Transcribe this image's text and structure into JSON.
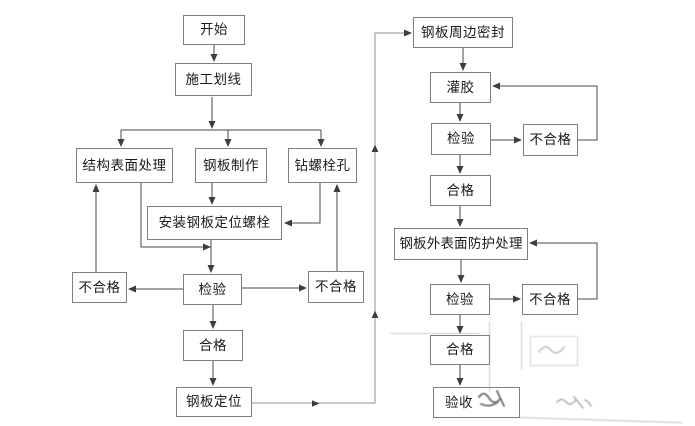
{
  "diagram": {
    "type": "flowchart",
    "language": "zh",
    "background": "#ffffff",
    "colors": {
      "box_border": "#7e7e7e",
      "connector": "#4a4a4a",
      "long_connector": "#909090",
      "text": "#1b1b1b",
      "watermark": "#9a9a9a"
    },
    "nodes": {
      "start": "开始",
      "marking": "施工划线",
      "surface_treatment": "结构表面处理",
      "plate_fabrication": "钢板制作",
      "drill_bolt_holes": "钻螺栓孔",
      "install_positioning_bolts": "安装钢板定位螺栓",
      "fail_left": "不合格",
      "inspect_1": "检验",
      "fail_right": "不合格",
      "pass_1": "合格",
      "plate_positioning": "钢板定位",
      "edge_sealing": "钢板周边密封",
      "glue_injection": "灌胶",
      "inspect_2": "检验",
      "fail_2": "不合格",
      "pass_2": "合格",
      "surface_protection": "钢板外表面防护处理",
      "inspect_3": "检验",
      "fail_3": "不合格",
      "pass_3": "合格",
      "acceptance": "验收"
    },
    "edges": [
      {
        "from": "start",
        "to": "marking"
      },
      {
        "from": "marking",
        "to": "surface_treatment"
      },
      {
        "from": "marking",
        "to": "plate_fabrication"
      },
      {
        "from": "marking",
        "to": "drill_bolt_holes"
      },
      {
        "from": "plate_fabrication",
        "to": "install_positioning_bolts"
      },
      {
        "from": "drill_bolt_holes",
        "to": "install_positioning_bolts"
      },
      {
        "from": "surface_treatment",
        "to": "inspect_1"
      },
      {
        "from": "install_positioning_bolts",
        "to": "inspect_1"
      },
      {
        "from": "inspect_1",
        "to": "fail_left"
      },
      {
        "from": "fail_left",
        "to": "surface_treatment"
      },
      {
        "from": "inspect_1",
        "to": "fail_right"
      },
      {
        "from": "fail_right",
        "to": "drill_bolt_holes"
      },
      {
        "from": "inspect_1",
        "to": "pass_1"
      },
      {
        "from": "pass_1",
        "to": "plate_positioning"
      },
      {
        "from": "plate_positioning",
        "to": "edge_sealing"
      },
      {
        "from": "edge_sealing",
        "to": "glue_injection"
      },
      {
        "from": "glue_injection",
        "to": "inspect_2"
      },
      {
        "from": "inspect_2",
        "to": "fail_2"
      },
      {
        "from": "fail_2",
        "to": "glue_injection"
      },
      {
        "from": "inspect_2",
        "to": "pass_2"
      },
      {
        "from": "pass_2",
        "to": "surface_protection"
      },
      {
        "from": "surface_protection",
        "to": "inspect_3"
      },
      {
        "from": "inspect_3",
        "to": "fail_3"
      },
      {
        "from": "fail_3",
        "to": "surface_protection"
      },
      {
        "from": "inspect_3",
        "to": "pass_3"
      },
      {
        "from": "pass_3",
        "to": "acceptance"
      }
    ]
  }
}
